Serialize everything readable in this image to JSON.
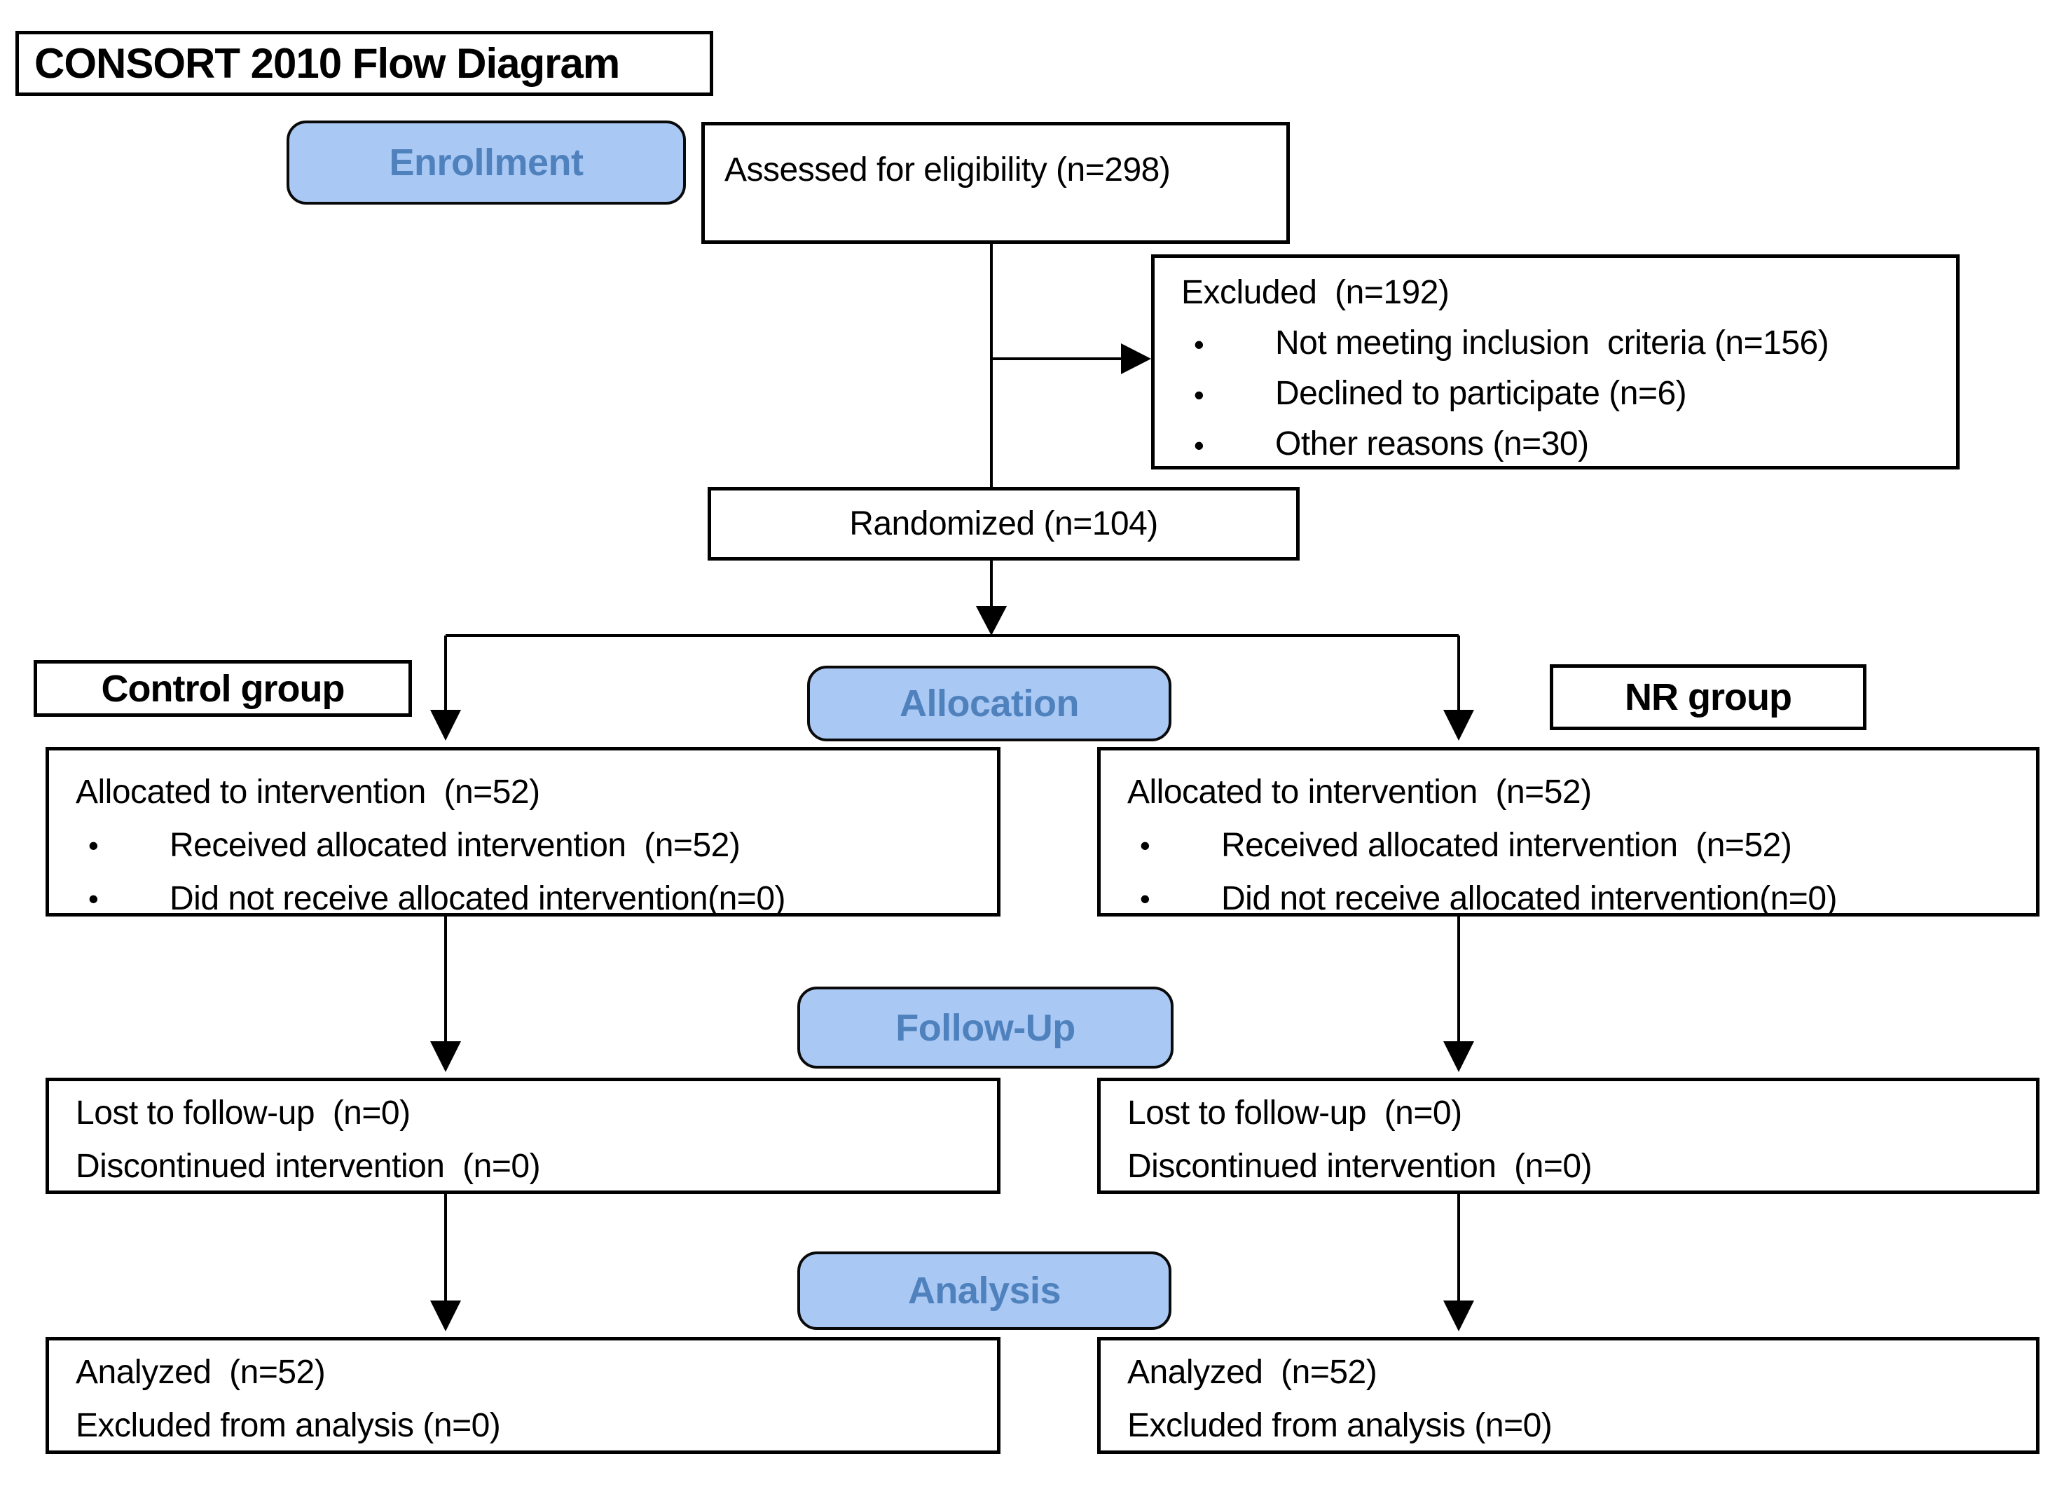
{
  "title": "CONSORT 2010 Flow Diagram",
  "stage_labels": {
    "enrollment": "Enrollment",
    "allocation": "Allocation",
    "followup": "Follow-Up",
    "analysis": "Analysis"
  },
  "group_labels": {
    "control": "Control group",
    "nr": "NR group"
  },
  "enrollment": {
    "assessed": "Assessed for eligibility (n=298)",
    "excluded": {
      "header": "Excluded  (n=192)",
      "bullets": [
        "Not meeting inclusion  criteria (n=156)",
        "Declined to participate (n=6)",
        "Other reasons (n=30)"
      ]
    },
    "randomized": "Randomized (n=104)"
  },
  "allocation": {
    "control": {
      "header": "Allocated to intervention  (n=52)",
      "bullets": [
        "Received allocated intervention  (n=52)",
        "Did not receive allocated intervention(n=0)"
      ]
    },
    "nr": {
      "header": "Allocated to intervention  (n=52)",
      "bullets": [
        "Received allocated intervention  (n=52)",
        "Did not receive allocated intervention(n=0)"
      ]
    }
  },
  "followup": {
    "control": {
      "lines": [
        "Lost to follow-up  (n=0)",
        "Discontinued intervention  (n=0)"
      ]
    },
    "nr": {
      "lines": [
        "Lost to follow-up  (n=0)",
        "Discontinued intervention  (n=0)"
      ]
    }
  },
  "analysis": {
    "control": {
      "lines": [
        "Analyzed  (n=52)",
        "Excluded from analysis (n=0)"
      ]
    },
    "nr": {
      "lines": [
        "Analyzed  (n=52)",
        "Excluded from analysis (n=0)"
      ]
    }
  },
  "colors": {
    "stage_fill": "#aac8f4",
    "stage_text": "#4f81bd",
    "box_border": "#000000",
    "background": "#ffffff"
  }
}
